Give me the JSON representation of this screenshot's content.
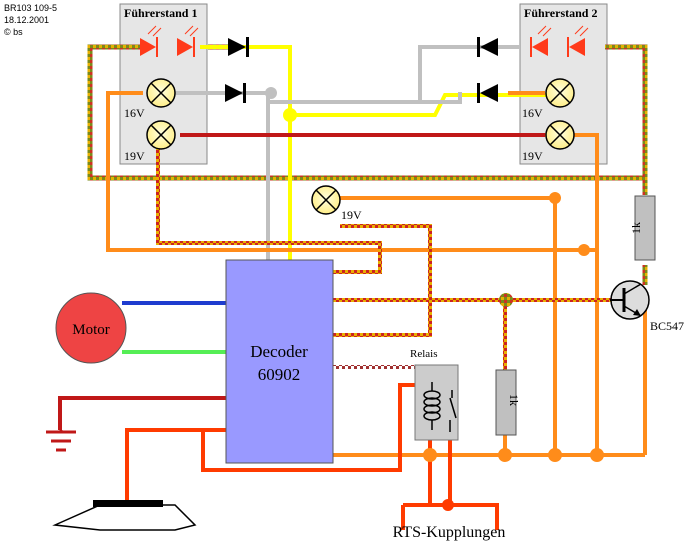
{
  "header": {
    "line1": "BR103 109-5",
    "line2": "18.12.2001",
    "line3": "© bs"
  },
  "cabs": [
    {
      "title": "Führerstand 1",
      "lamp_top": "16V",
      "lamp_bottom": "19V"
    },
    {
      "title": "Führerstand 2",
      "lamp_top": "16V",
      "lamp_bottom": "19V"
    }
  ],
  "center_lamp": "19V",
  "decoder": {
    "line1": "Decoder",
    "line2": "60902"
  },
  "motor": "Motor",
  "relay": "Relais",
  "resistor_right": "1k",
  "resistor_center": "1k",
  "transistor": "BC547",
  "couplings": "RTS-Kupplungen",
  "colors": {
    "yellow": "#ffff00",
    "gray": "#c0c0c0",
    "orange": "#ff8c1a",
    "dark_red": "#c01818",
    "red_orange": "#ff3b00",
    "brown": "#a0522d",
    "blue": "#1e3ccf",
    "green": "#55ee55",
    "decoder_fill": "#9999ff",
    "motor_fill": "#ee4444"
  }
}
